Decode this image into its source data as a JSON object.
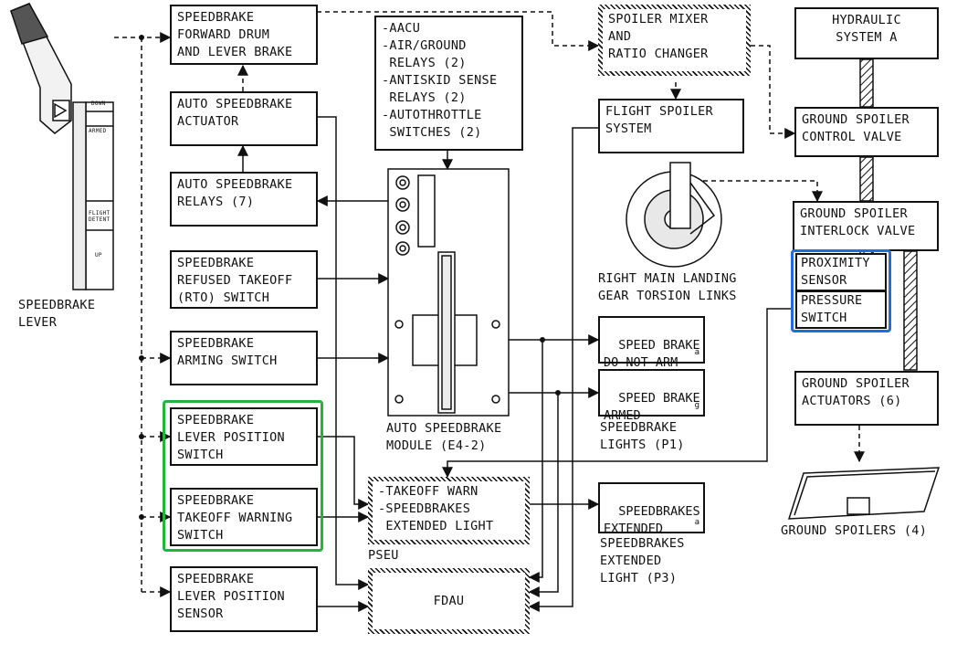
{
  "boxes": {
    "forward_drum": "SPEEDBRAKE\nFORWARD DRUM\nAND LEVER BRAKE",
    "aacu_list": "-AACU\n-AIR/GROUND\n RELAYS (2)\n-ANTISKID SENSE\n RELAYS (2)\n-AUTOTHROTTLE\n SWITCHES (2)",
    "spoiler_mixer": "SPOILER MIXER\nAND\nRATIO CHANGER",
    "hydraulic_a": "HYDRAULIC\nSYSTEM A",
    "auto_actuator": "AUTO SPEEDBRAKE\nACTUATOR",
    "flight_spoiler_system": "FLIGHT SPOILER\nSYSTEM",
    "ground_spoiler_control_valve": "GROUND SPOILER\nCONTROL VALVE",
    "auto_relays": "AUTO SPEEDBRAKE\nRELAYS (7)",
    "ground_spoiler_interlock": "GROUND SPOILER\nINTERLOCK VALVE",
    "rto_switch": "SPEEDBRAKE\nREFUSED TAKEOFF\n(RTO) SWITCH",
    "proximity_sensor": "PROXIMITY\nSENSOR",
    "pressure_switch": "PRESSURE\nSWITCH",
    "arming_switch": "SPEEDBRAKE\nARMING SWITCH",
    "ground_spoiler_actuators": "GROUND SPOILER\nACTUATORS (6)",
    "lever_position_switch": "SPEEDBRAKE\nLEVER POSITION\nSWITCH",
    "takeoff_warning_switch": "SPEEDBRAKE\nTAKEOFF WARNING\nSWITCH",
    "lever_position_sensor": "SPEEDBRAKE\nLEVER POSITION\nSENSOR",
    "pseu_content": "-TAKEOFF WARN\n-SPEEDBRAKES\n EXTENDED LIGHT",
    "fdau": "FDAU"
  },
  "lamps": {
    "do_not_arm": "SPEED BRAKE\nDO NOT ARM",
    "do_not_arm_color": "a",
    "armed": "SPEED BRAKE\nARMED",
    "armed_color": "g",
    "extended": "SPEEDBRAKES\nEXTENDED",
    "extended_color": "a"
  },
  "labels": {
    "speedbrake_lever": "SPEEDBRAKE\nLEVER",
    "torsion_links": "RIGHT MAIN LANDING\nGEAR TORSION LINKS",
    "auto_module": "AUTO SPEEDBRAKE\nMODULE (E4-2)",
    "speedbrake_lights": "SPEEDBRAKE\nLIGHTS (P1)",
    "pseu": "PSEU",
    "extended_light": "SPEEDBRAKES\nEXTENDED\nLIGHT (P3)",
    "ground_spoilers": "GROUND SPOILERS (4)",
    "lever_down": "DOWN",
    "lever_armed": "ARMED",
    "lever_flight_detent": "FLIGHT\nDETENT",
    "lever_up": "UP"
  },
  "highlights": {
    "green": "#22b43c",
    "blue": "#1f6fd6"
  }
}
